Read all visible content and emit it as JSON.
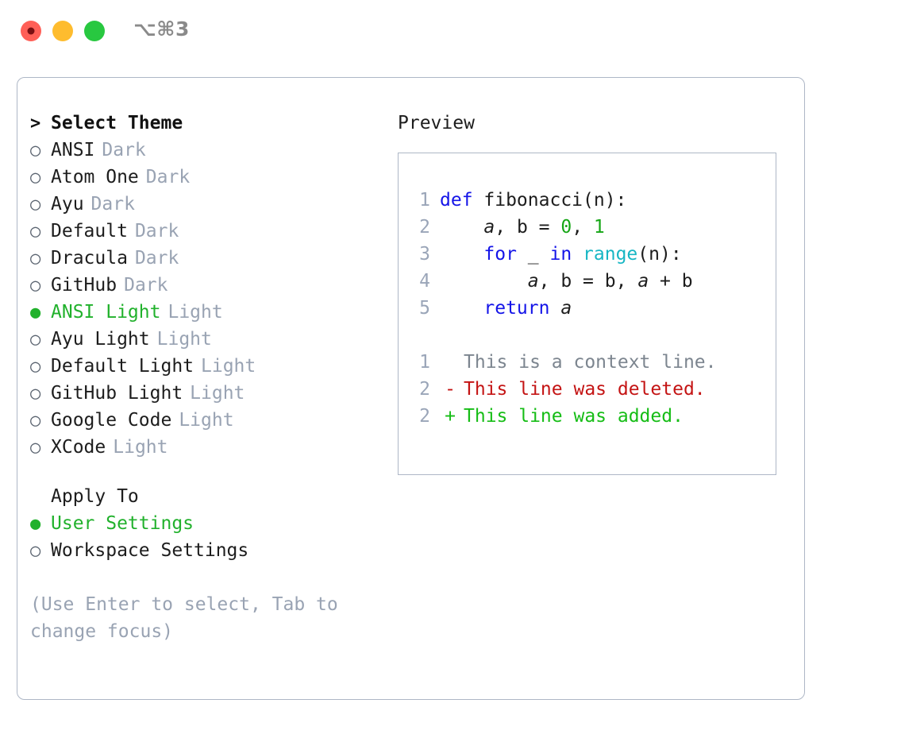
{
  "titlebar": {
    "shortcut": "⌥⌘3",
    "buttons": [
      {
        "name": "close",
        "color": "#ff5f57"
      },
      {
        "name": "minimize",
        "color": "#febc2e"
      },
      {
        "name": "maximize",
        "color": "#28c840"
      }
    ]
  },
  "theme_picker": {
    "heading_marker": ">",
    "heading": "Select Theme",
    "radio_unselected": "○",
    "radio_selected": "●",
    "items": [
      {
        "label": "ANSI",
        "variant": "Dark",
        "selected": false
      },
      {
        "label": "Atom One",
        "variant": "Dark",
        "selected": false
      },
      {
        "label": "Ayu",
        "variant": "Dark",
        "selected": false
      },
      {
        "label": "Default",
        "variant": "Dark",
        "selected": false
      },
      {
        "label": "Dracula",
        "variant": "Dark",
        "selected": false
      },
      {
        "label": "GitHub",
        "variant": "Dark",
        "selected": false
      },
      {
        "label": "ANSI Light",
        "variant": "Light",
        "selected": true
      },
      {
        "label": "Ayu Light",
        "variant": "Light",
        "selected": false
      },
      {
        "label": "Default Light",
        "variant": "Light",
        "selected": false
      },
      {
        "label": "GitHub Light",
        "variant": "Light",
        "selected": false
      },
      {
        "label": "Google Code",
        "variant": "Light",
        "selected": false
      },
      {
        "label": "XCode",
        "variant": "Light",
        "selected": false
      }
    ]
  },
  "apply_to": {
    "heading": "Apply To",
    "items": [
      {
        "label": "User Settings",
        "selected": true
      },
      {
        "label": "Workspace Settings",
        "selected": false
      }
    ]
  },
  "hint": "(Use Enter to select, Tab to change focus)",
  "preview": {
    "title": "Preview",
    "code_lines": [
      {
        "n": "1",
        "tokens": [
          {
            "t": "def ",
            "c": "kw"
          },
          {
            "t": "fibonacci(n):",
            "c": "txt"
          }
        ]
      },
      {
        "n": "2",
        "tokens": [
          {
            "t": "    ",
            "c": "txt"
          },
          {
            "t": "a",
            "c": "id"
          },
          {
            "t": ", ",
            "c": "txt"
          },
          {
            "t": "b",
            "c": "txt"
          },
          {
            "t": " = ",
            "c": "txt"
          },
          {
            "t": "0",
            "c": "num"
          },
          {
            "t": ", ",
            "c": "txt"
          },
          {
            "t": "1",
            "c": "num"
          }
        ]
      },
      {
        "n": "3",
        "tokens": [
          {
            "t": "    ",
            "c": "txt"
          },
          {
            "t": "for",
            "c": "kw"
          },
          {
            "t": " _ ",
            "c": "txt"
          },
          {
            "t": "in",
            "c": "kw"
          },
          {
            "t": " ",
            "c": "txt"
          },
          {
            "t": "range",
            "c": "fn"
          },
          {
            "t": "(n):",
            "c": "txt"
          }
        ]
      },
      {
        "n": "4",
        "tokens": [
          {
            "t": "        ",
            "c": "txt"
          },
          {
            "t": "a",
            "c": "id"
          },
          {
            "t": ", ",
            "c": "txt"
          },
          {
            "t": "b",
            "c": "txt"
          },
          {
            "t": " = ",
            "c": "txt"
          },
          {
            "t": "b",
            "c": "txt"
          },
          {
            "t": ", ",
            "c": "txt"
          },
          {
            "t": "a",
            "c": "id"
          },
          {
            "t": " + ",
            "c": "txt"
          },
          {
            "t": "b",
            "c": "txt"
          }
        ]
      },
      {
        "n": "5",
        "tokens": [
          {
            "t": "    ",
            "c": "txt"
          },
          {
            "t": "return",
            "c": "kw"
          },
          {
            "t": " ",
            "c": "txt"
          },
          {
            "t": "a",
            "c": "id"
          }
        ]
      }
    ],
    "diff_lines": [
      {
        "n": "1",
        "sign": " ",
        "text": "This is a context line.",
        "kind": "ctx"
      },
      {
        "n": "2",
        "sign": "-",
        "text": "This line was deleted.",
        "kind": "del"
      },
      {
        "n": "2",
        "sign": "+",
        "text": "This line was added.",
        "kind": "add"
      }
    ]
  },
  "colors": {
    "accent_green": "#21b12c",
    "muted": "#99a3b3",
    "border": "#aeb7c6",
    "keyword": "#1414e8",
    "function": "#16b6c4",
    "number": "#16a616",
    "diff_deleted": "#c41414",
    "diff_added": "#16bd16"
  }
}
